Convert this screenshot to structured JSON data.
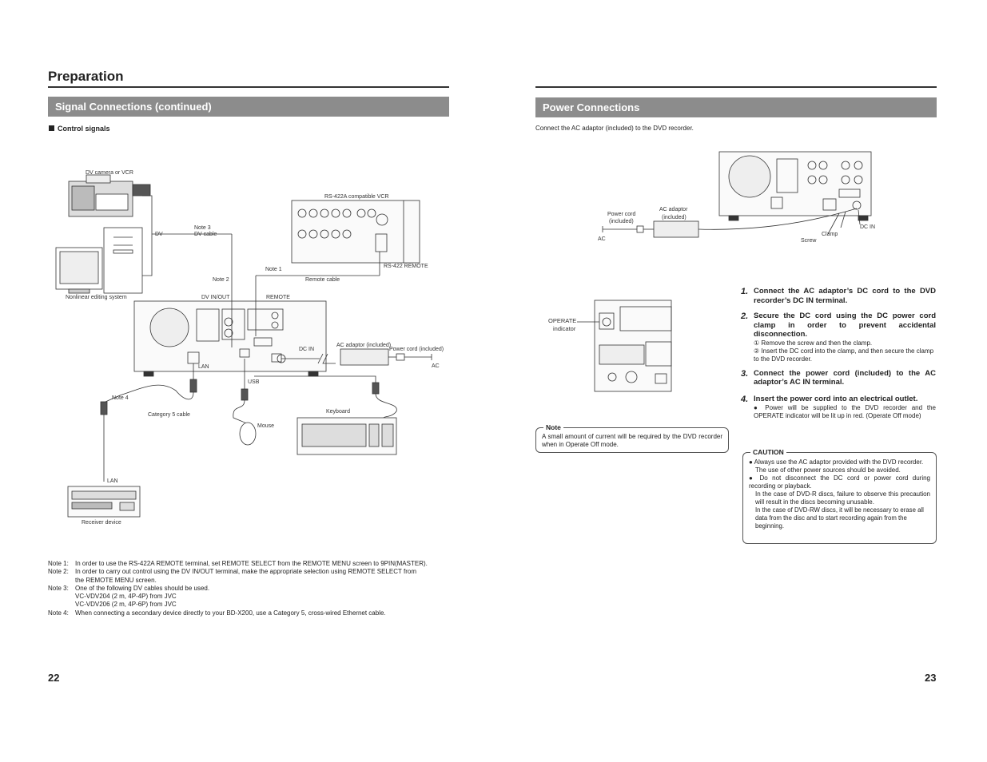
{
  "left": {
    "title": "Preparation",
    "section": "Signal Connections (continued)",
    "subsection": "Control signals",
    "diagram_labels": {
      "dv_camera": "DV camera or VCR",
      "rs422_vcr": "RS-422A compatible VCR",
      "dv": "DV",
      "note3": "Note 3",
      "dv_cable": "DV cable",
      "note1": "Note 1",
      "rs422_remote": "RS-422 REMOTE",
      "note2": "Note 2",
      "remote_cable": "Remote cable",
      "nonlinear": "Nonlinear editing system",
      "dv_inout": "DV IN/OUT",
      "remote": "REMOTE",
      "dc_in": "DC IN",
      "ac_adaptor": "AC adaptor (included)",
      "power_cord": "Power cord (included)",
      "ac": "AC",
      "lan1": "LAN",
      "usb": "USB",
      "note4": "Note 4",
      "cat5": "Category 5 cable",
      "keyboard": "Keyboard",
      "mouse": "Mouse",
      "lan2": "LAN",
      "receiver": "Receiver device"
    },
    "notes": [
      {
        "label": "Note 1:",
        "text": "In order to use the RS-422A REMOTE terminal, set REMOTE SELECT from the REMOTE MENU screen to 9PIN(MASTER)."
      },
      {
        "label": "Note 2:",
        "text": "In order to carry out control using the DV IN/OUT terminal, make the appropriate selection using REMOTE SELECT from"
      },
      {
        "label": "",
        "text": "the REMOTE MENU screen."
      },
      {
        "label": "Note 3:",
        "text": "One of the following DV cables should be used."
      },
      {
        "label": "",
        "text": "VC-VDV204 (2 m, 4P-4P) from JVC"
      },
      {
        "label": "",
        "text": "VC-VDV206 (2 m, 4P-6P) from JVC"
      },
      {
        "label": "Note 4:",
        "text": "When connecting a secondary device directly to your BD-X200, use a Category 5, cross-wired Ethernet cable."
      }
    ],
    "page_number": "22"
  },
  "right": {
    "section": "Power Connections",
    "intro": "Connect the AC adaptor (included) to the DVD recorder.",
    "diagram_labels": {
      "power_cord": "Power cord",
      "included1": "(included)",
      "ac_adaptor": "AC adaptor",
      "included2": "(included)",
      "ac": "AC",
      "screw": "Screw",
      "clamp": "Clamp",
      "dc_in": "DC IN",
      "operate": "OPERATE",
      "indicator": "indicator"
    },
    "steps": [
      {
        "num": "1.",
        "text": "Connect the AC adaptor’s DC cord to the DVD recorder’s DC IN terminal.",
        "subs": []
      },
      {
        "num": "2.",
        "text": "Secure the DC cord using the DC power cord clamp in order to prevent accidental disconnection.",
        "subs": [
          "① Remove the screw and then the clamp.",
          "② Insert the DC cord into the clamp, and then secure the clamp to the DVD recorder."
        ]
      },
      {
        "num": "3.",
        "text": "Connect the power cord (included) to the AC adaptor’s AC IN terminal.",
        "subs": []
      },
      {
        "num": "4.",
        "text": "Insert the power cord into an electrical outlet.",
        "subs": [
          "● Power will be supplied to the DVD recorder and the OPERATE indicator will be lit up in red. (Operate Off mode)"
        ]
      }
    ],
    "note": {
      "title": "Note",
      "text": "A small amount of current will be required by the DVD recorder when in Operate Off mode."
    },
    "caution": {
      "title": "CAUTION",
      "items": [
        "● Always use the AC adaptor provided with the DVD recorder.",
        "The use of other power sources should be avoided.",
        "● Do not disconnect the DC cord or power cord during recording or playback.",
        "In the case of DVD-R discs, failure to observe this precaution will result in the discs becoming unusable.",
        "In the case of DVD-RW discs, it will be necessary to erase all data from the disc and to start recording again from the beginning."
      ]
    },
    "page_number": "23"
  }
}
